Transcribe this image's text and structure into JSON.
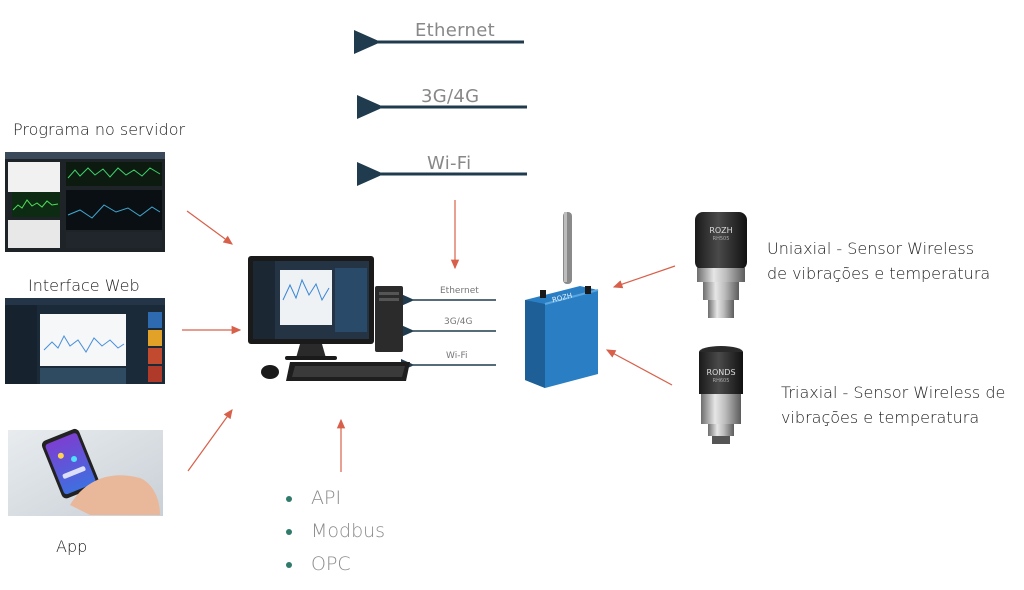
{
  "top_legend": {
    "ethernet": "Ethernet",
    "cellular": "3G/4G",
    "wifi": "Wi-Fi"
  },
  "link_labels": {
    "ethernet": "Ethernet",
    "cellular": "3G/4G",
    "wifi": "Wi-Fi"
  },
  "clients": {
    "server_program": "Programa no servidor",
    "web_interface": "Interface Web",
    "app": "App"
  },
  "sensors": {
    "uniaxial_line1": "Uniaxial - Sensor Wireless",
    "uniaxial_line2": "de vibrações e temperatura",
    "uniaxial_brand": "ROZH",
    "uniaxial_model": "RH505",
    "triaxial_line1": "Triaxial - Sensor Wireless de",
    "triaxial_line2": "vibrações e temperatura",
    "triaxial_brand": "RONDS",
    "triaxial_model": "RH605"
  },
  "gateway": {
    "brand": "ROZH"
  },
  "protocols": [
    "API",
    "Modbus",
    "OPC"
  ],
  "colors": {
    "dark_arrow": "#1f3b4d",
    "red_arrow": "#d8604a",
    "bullet": "#2f7a6a",
    "gateway_blue": "#2a7fc4"
  }
}
